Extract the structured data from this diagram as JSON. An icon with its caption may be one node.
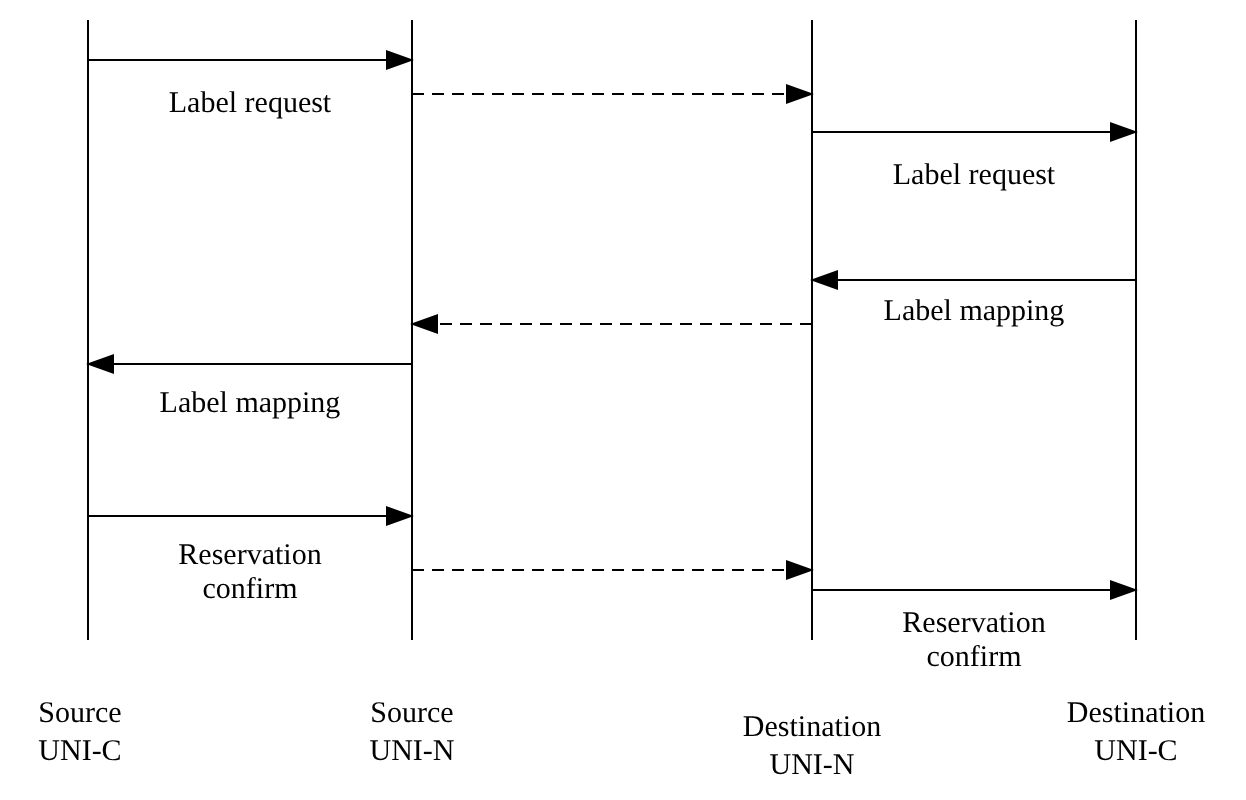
{
  "diagram": {
    "nodes": [
      {
        "text": [
          "Source UNI-C"
        ]
      },
      {
        "text": [
          "Source UNI-N"
        ]
      },
      {
        "text": [
          "Destination UNI-N"
        ]
      },
      {
        "text": [
          "Destination UNI-C"
        ]
      }
    ],
    "edges": [
      {
        "from": 0,
        "to": 1,
        "arrow": "to",
        "label": "Label request"
      },
      {
        "from": 1,
        "to": 2,
        "arrow": "to",
        "style": "dashed"
      },
      {
        "from": 2,
        "to": 3,
        "arrow": "to",
        "label": "Label request"
      },
      {
        "from": 3,
        "to": 2,
        "arrow": "to",
        "label": "Label mapping"
      },
      {
        "from": 2,
        "to": 1,
        "arrow": "to",
        "style": "dashed"
      },
      {
        "from": 1,
        "to": 0,
        "arrow": "to",
        "label": "Label mapping"
      },
      {
        "from": 0,
        "to": 1,
        "arrow": "to",
        "label": "Reservation confirm"
      },
      {
        "from": 1,
        "to": 2,
        "arrow": "to",
        "style": "dashed"
      },
      {
        "from": 2,
        "to": 3,
        "arrow": "to",
        "label": "Reservation confirm"
      }
    ]
  }
}
